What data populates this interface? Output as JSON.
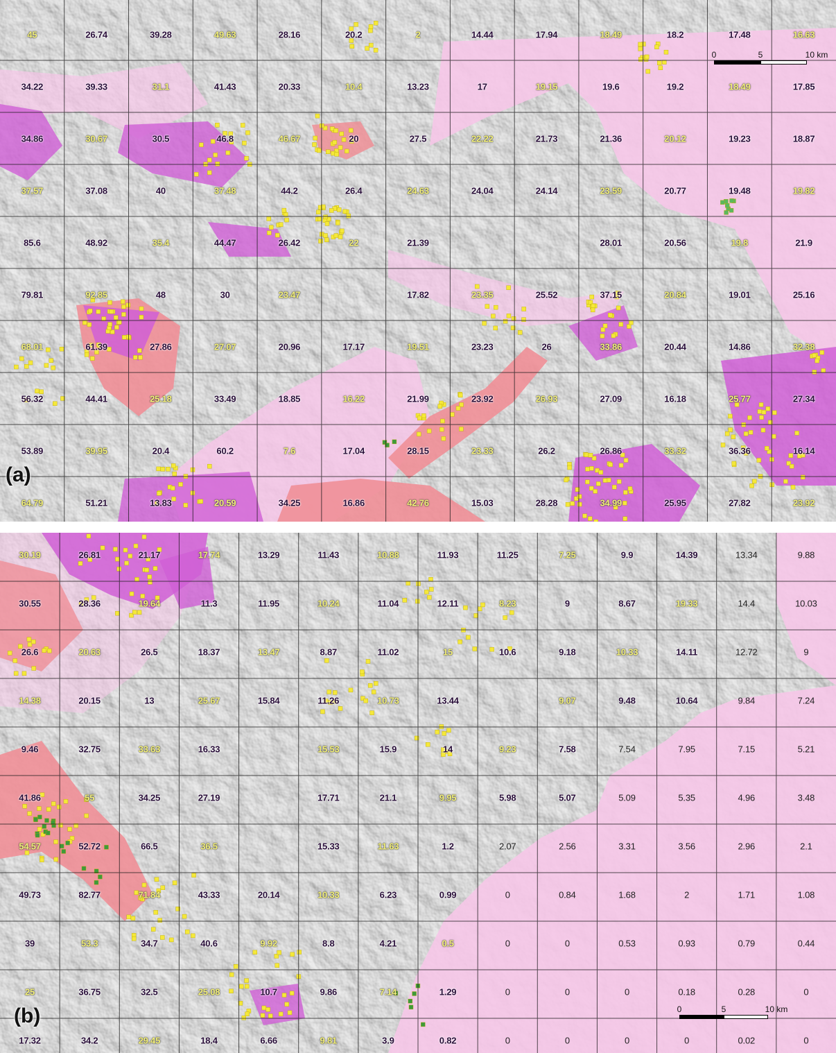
{
  "panels": [
    {
      "label": "(a)",
      "scale": {
        "ticks": [
          "0",
          "5",
          "10 km"
        ]
      },
      "values": [
        [
          "45",
          "26.74",
          "39.28",
          "49.63",
          "28.16",
          "20.2",
          "2",
          "14.44",
          "17.94",
          "18.49",
          "18.2",
          "17.48",
          "16.63"
        ],
        [
          "34.22",
          "39.33",
          "31.1",
          "41.43",
          "20.33",
          "10.4",
          "13.23",
          "17",
          "19.15",
          "19.6",
          "19.2",
          "18.49",
          "17.85"
        ],
        [
          "34.86",
          "30.67",
          "30.5",
          "46.8",
          "46.67",
          "20",
          "27.5",
          "22.22",
          "21.73",
          "21.36",
          "20.12",
          "19.23",
          "18.87"
        ],
        [
          "37.57",
          "37.08",
          "40",
          "37.48",
          "44.2",
          "26.4",
          "24.63",
          "24.04",
          "24.14",
          "23.59",
          "20.77",
          "19.48",
          "19.82"
        ],
        [
          "85.6",
          "48.92",
          "35.4",
          "44.47",
          "26.42",
          "22",
          "21.39",
          "",
          "",
          "28.01",
          "20.56",
          "19.8",
          "21.9"
        ],
        [
          "79.81",
          "92.85",
          "48",
          "30",
          "23.47",
          "",
          "17.82",
          "23.35",
          "25.52",
          "37.15",
          "20.84",
          "19.01",
          "25.16"
        ],
        [
          "68.01",
          "61.39",
          "27.86",
          "27.07",
          "20.96",
          "17.17",
          "19.51",
          "23.23",
          "26",
          "33.86",
          "20.44",
          "14.86",
          "32.38"
        ],
        [
          "56.32",
          "44.41",
          "25.18",
          "33.49",
          "18.85",
          "16.22",
          "21.99",
          "23.92",
          "26.93",
          "27.09",
          "16.18",
          "25.77",
          "27.34"
        ],
        [
          "53.89",
          "39.95",
          "20.4",
          "60.2",
          "7.6",
          "17.04",
          "28.15",
          "23.33",
          "26.2",
          "26.86",
          "33.32",
          "36.36",
          "16.14"
        ],
        [
          "64.79",
          "51.21",
          "13.83",
          "20.59",
          "34.25",
          "16.86",
          "42.76",
          "15.03",
          "28.28",
          "34.99",
          "25.95",
          "27.82",
          "23.92"
        ]
      ]
    },
    {
      "label": "(b)",
      "scale": {
        "ticks": [
          "0",
          "5",
          "10 km"
        ]
      },
      "values": [
        [
          "30.19",
          "26.81",
          "21.17",
          "17.74",
          "13.29",
          "11.43",
          "10.88",
          "11.93",
          "11.25",
          "7.25",
          "9.9",
          "14.39",
          "13.34",
          "9.88"
        ],
        [
          "30.55",
          "28.36",
          "19.64",
          "11.3",
          "11.95",
          "10.24",
          "11.04",
          "12.11",
          "8.23",
          "9",
          "8.67",
          "19.33",
          "14.4",
          "10.03"
        ],
        [
          "26.6",
          "20.63",
          "26.5",
          "18.37",
          "13.47",
          "8.87",
          "11.02",
          "15",
          "10.6",
          "9.18",
          "10.33",
          "14.11",
          "12.72",
          "9"
        ],
        [
          "14.38",
          "20.15",
          "13",
          "25.67",
          "15.84",
          "11.26",
          "10.73",
          "13.44",
          "",
          "9.07",
          "9.48",
          "10.64",
          "9.84",
          "7.24"
        ],
        [
          "9.46",
          "32.75",
          "33.63",
          "16.33",
          "",
          "15.53",
          "15.9",
          "14",
          "9.23",
          "7.58",
          "7.54",
          "7.95",
          "7.15",
          "5.21"
        ],
        [
          "41.86",
          "55",
          "34.25",
          "27.19",
          "",
          "17.71",
          "21.1",
          "9.95",
          "5.98",
          "5.07",
          "5.09",
          "5.35",
          "4.96",
          "3.48"
        ],
        [
          "54.57",
          "52.72",
          "66.5",
          "36.5",
          "",
          "15.33",
          "11.63",
          "1.2",
          "2.07",
          "2.56",
          "3.31",
          "3.56",
          "2.96",
          "2.1"
        ],
        [
          "49.73",
          "82.77",
          "71.84",
          "43.33",
          "20.14",
          "10.33",
          "6.23",
          "0.99",
          "0",
          "0.84",
          "1.68",
          "2",
          "1.71",
          "1.08"
        ],
        [
          "39",
          "53.3",
          "34.7",
          "40.6",
          "9.92",
          "8.8",
          "4.21",
          "0.5",
          "0",
          "0",
          "0.53",
          "0.93",
          "0.79",
          "0.44"
        ],
        [
          "25",
          "36.75",
          "32.5",
          "25.08",
          "10.7",
          "9.86",
          "7.14",
          "1.29",
          "0",
          "0",
          "0",
          "0.18",
          "0.28",
          "0"
        ],
        [
          "17.32",
          "34.2",
          "29.45",
          "18.4",
          "6.66",
          "9.81",
          "3.9",
          "0.82",
          "0",
          "0",
          "0",
          "0",
          "0.02",
          "0"
        ]
      ]
    }
  ],
  "colors": {
    "relief": "#cfcfcf",
    "lowland_pink": "#f6c6e8",
    "salmon": "#ef8f97",
    "magenta": "#d05fd6",
    "yellow_marker": "#f5e83a",
    "green_marker": "#3e9a3a",
    "grid": "#1a1a1a"
  }
}
